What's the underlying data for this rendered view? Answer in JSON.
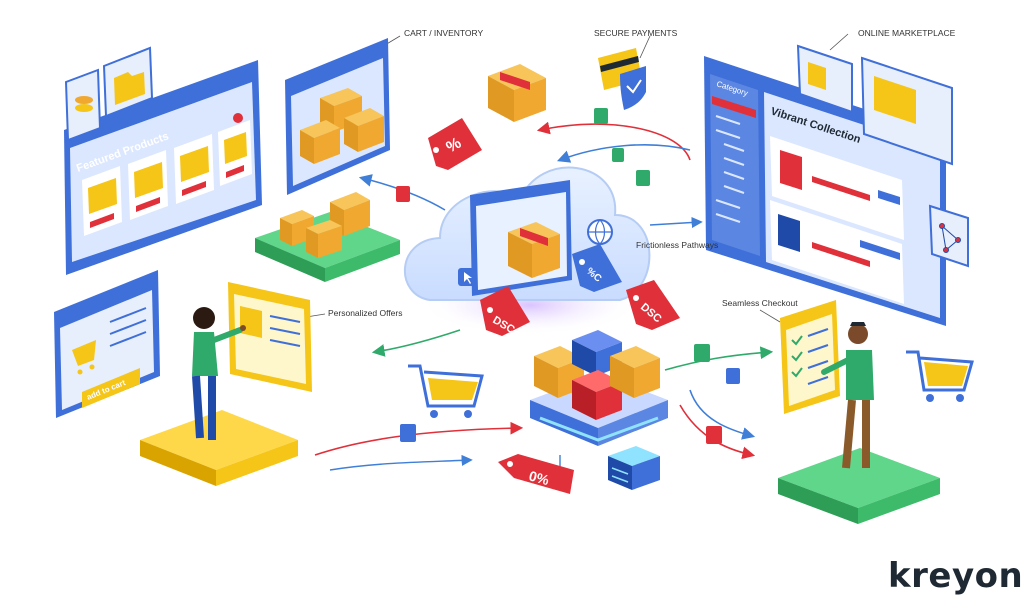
{
  "labels": {
    "cart_inventory": "CART / INVENTORY",
    "secure_payments": "SECURE PAYMENTS",
    "online_marketplace": "ONLINE MARKETPLACE",
    "frictionless_pathways": "Frictionless Pathways",
    "personalized_offers": "Personalized Offers",
    "seamless_checkout": "Seamless Checkout"
  },
  "panels": {
    "featured_products": "Featured Products",
    "vibrant_collection": "Vibrant Collection",
    "category": "Category",
    "add_to_cart": "add to cart"
  },
  "tags": {
    "percent": "%",
    "dsc_left": "DSC",
    "dsc_right": "DSC",
    "percent_flipped": "%C",
    "zero_percent": "0%"
  },
  "brand": "kreyon",
  "colors": {
    "panel_blue": "#3f6fd8",
    "accent_yellow": "#f5c518",
    "tag_red": "#e0303a",
    "platform_green": "#3dbb6a",
    "box_orange": "#f0a830"
  }
}
